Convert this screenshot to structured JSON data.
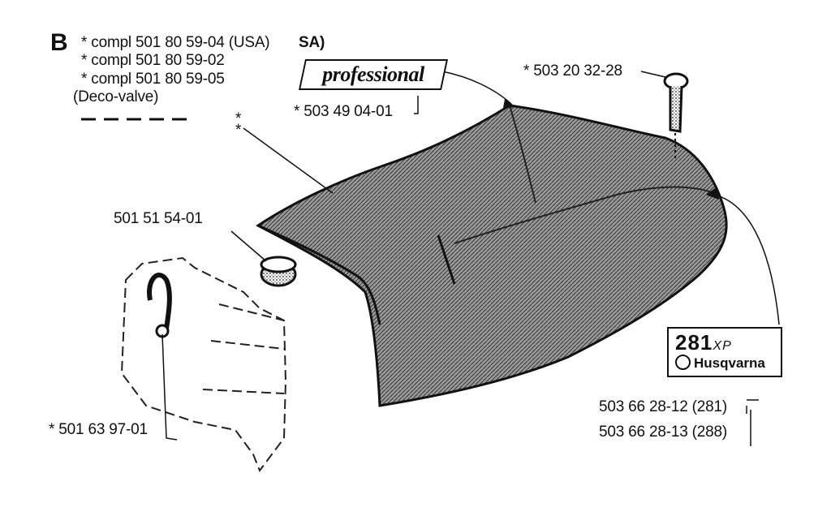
{
  "section": {
    "letter": "B",
    "lines": [
      "* compl 501 80 59-04 (USA)",
      "* compl 501 80 59-02",
      "* compl 501 80 59-05",
      "(Deco-valve)"
    ],
    "overprint": "SA)"
  },
  "decal_professional": {
    "text": "professional",
    "part": "* 503 49 04-01"
  },
  "screw_part": "* 503 20 32-28",
  "cover_asterisks": "*\n*",
  "plug_part": "501 51 54-01",
  "handle_part": "* 501 63 97-01",
  "model_badge": {
    "model": "281",
    "suffix": "XP",
    "brand": "Husqvarna",
    "parts": [
      "503 66 28-12 (281)",
      "503 66 28-13 (288)"
    ]
  },
  "colors": {
    "ink": "#111111",
    "paper": "#ffffff",
    "shading": "#8a8a8a"
  }
}
